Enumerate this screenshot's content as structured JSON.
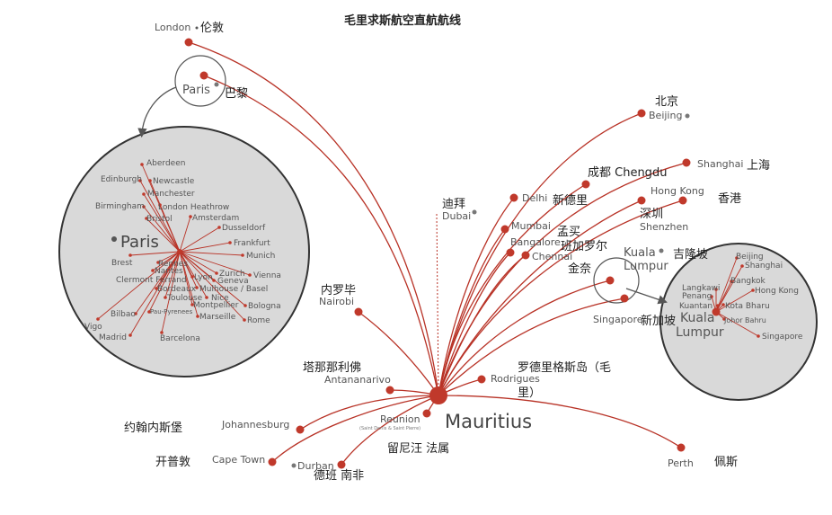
{
  "title": "毛里求斯航空直航航线",
  "colors": {
    "route": "#b83226",
    "dot": "#c0392b",
    "inset_fill": "#d9d9d9"
  },
  "hub": {
    "name": "Mauritius"
  },
  "destinations": {
    "london": {
      "en": "London",
      "zh": "伦敦"
    },
    "paris": {
      "en": "Paris",
      "zh": "巴黎"
    },
    "beijing": {
      "en": "Beijing",
      "zh": "北京"
    },
    "shanghai": {
      "en": "Shanghai",
      "zh": "上海"
    },
    "chengdu": {
      "en": "成都 Chengdu"
    },
    "hongkong": {
      "en": "Hong Kong",
      "zh": "香港"
    },
    "shenzhen": {
      "en": "Shenzhen",
      "zh": "深圳"
    },
    "delhi": {
      "en": "Delhi",
      "zh": "新德里"
    },
    "dubai": {
      "en": "Dubai",
      "zh": "迪拜"
    },
    "mumbai": {
      "en": "Mumbai",
      "zh": "孟买"
    },
    "bangalore": {
      "en": "Bangalore",
      "zh": "班加罗尔"
    },
    "chennai": {
      "en": "Chennai",
      "zh": "金奈"
    },
    "kl": {
      "line1": "Kuala",
      "line2": "Lumpur",
      "zh": "吉隆坡"
    },
    "singapore": {
      "en": "Singapore",
      "zh": "新加坡"
    },
    "nairobi": {
      "en": "Nairobi",
      "zh": "内罗毕"
    },
    "antananarivo": {
      "en": "Antananarivo",
      "zh": "塔那那利佛"
    },
    "rodrigues": {
      "en": "Rodrigues",
      "zh_1": "罗德里格斯岛（毛",
      "zh_2": "里）"
    },
    "reunion": {
      "en": "Reunion",
      "sub": "(Saint Denis & Saint Pierre)",
      "zh": "留尼汪 法属"
    },
    "johannesburg": {
      "en": "Johannesburg",
      "zh": "约翰内斯堡"
    },
    "capetown": {
      "en": "Cape Town",
      "zh": "开普敦"
    },
    "durban": {
      "en": "Durban",
      "zh": "德班 南非"
    },
    "perth": {
      "en": "Perth",
      "zh": "佩斯"
    }
  },
  "paris_inset": {
    "title": "Paris",
    "cities": {
      "aberdeen": "Aberdeen",
      "edinburgh": "Edinburgh",
      "newcastle": "Newcastle",
      "manchester": "Manchester",
      "birmingham": "Birmingham",
      "london_heathrow": "London Heathrow",
      "bristol": "Bristol",
      "amsterdam": "Amsterdam",
      "dusseldorf": "Dusseldorf",
      "frankfurt": "Frankfurt",
      "munich": "Munich",
      "brest": "Brest",
      "rennes": "Rennes",
      "nantes": "Nantes",
      "clermont_ferrand": "Clermont Ferrand",
      "bordeaux": "Bordeaux",
      "lyon": "Lyon",
      "zurich": "Zurich",
      "geneva": "Geneva",
      "vienna": "Vienna",
      "mulhouse_basel": "Mulhouse / Basel",
      "toulouse": "Toulouse",
      "nice": "Nice",
      "montpellier": "Montpellier",
      "pau_pyrenees": "Pau-Pyrenees",
      "bologna": "Bologna",
      "bilbao": "Bilbao",
      "marseille": "Marseille",
      "rome": "Rome",
      "vigo": "Vigo",
      "madrid": "Madrid",
      "barcelona": "Barcelona"
    }
  },
  "kl_inset": {
    "title_1": "Kuala",
    "title_2": "Lumpur",
    "cities": {
      "beijing": "Beijing",
      "shanghai": "Shanghai",
      "bangkok": "Bangkok",
      "langkawi": "Langkawi",
      "penang": "Penang",
      "hong_kong": "Hong Kong",
      "kuantan": "Kuantan",
      "kota_bharu": "Kota Bharu",
      "johor_bahru": "Johor Bahru",
      "singapore": "Singapore"
    }
  }
}
